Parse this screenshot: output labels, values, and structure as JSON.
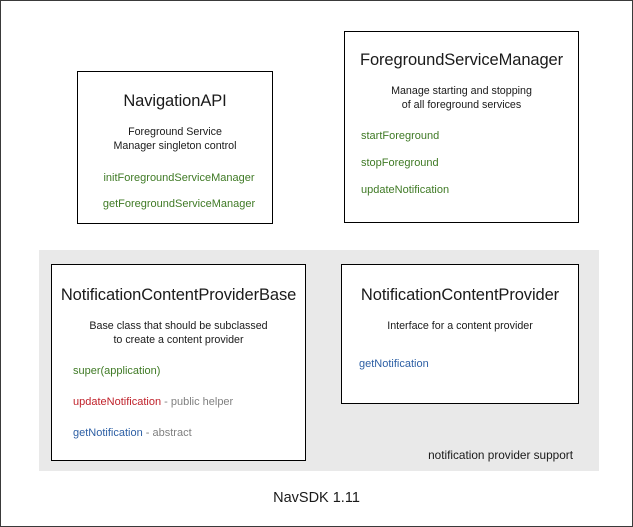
{
  "diagram": {
    "footer_caption": "NavSDK 1.11",
    "group": {
      "label": "notification provider support"
    },
    "boxes": [
      {
        "id": "navigation-api",
        "title": "NavigationAPI",
        "description_line1": "Foreground Service",
        "description_line2": "Manager singleton control",
        "members": [
          {
            "name": "initForegroundServiceManager",
            "note": "",
            "color": "#3f7a25"
          },
          {
            "name": "getForegroundServiceManager",
            "note": "",
            "color": "#3f7a25"
          }
        ]
      },
      {
        "id": "foreground-service-manager",
        "title": "ForegroundServiceManager",
        "description_line1": "Manage starting and stopping",
        "description_line2": "of all foreground services",
        "members": [
          {
            "name": "startForeground",
            "note": "",
            "color": "#3f7a25"
          },
          {
            "name": "stopForeground",
            "note": "",
            "color": "#3f7a25"
          },
          {
            "name": "updateNotification",
            "note": "",
            "color": "#3f7a25"
          }
        ]
      },
      {
        "id": "notification-content-provider-base",
        "title": "NotificationContentProviderBase",
        "description_line1": "Base class that should be subclassed",
        "description_line2": "to create a content provider",
        "members": [
          {
            "name": "super(application)",
            "note": "",
            "color": "#3f7a25"
          },
          {
            "name": "updateNotification",
            "note": " - public helper",
            "color": "#c0222b"
          },
          {
            "name": "getNotification",
            "note": " - abstract",
            "color": "#2d5fa4"
          }
        ]
      },
      {
        "id": "notification-content-provider",
        "title": "NotificationContentProvider",
        "description_line1": "Interface for a content provider",
        "description_line2": "",
        "members": [
          {
            "name": "getNotification",
            "note": "",
            "color": "#2d5fa4"
          }
        ]
      }
    ]
  },
  "colors": {
    "method_green": "#3f7a25",
    "method_red": "#c0222b",
    "method_blue": "#2d5fa4",
    "note_gray": "#808080",
    "panel_gray": "#e9e9e9",
    "border_black": "#000000"
  }
}
